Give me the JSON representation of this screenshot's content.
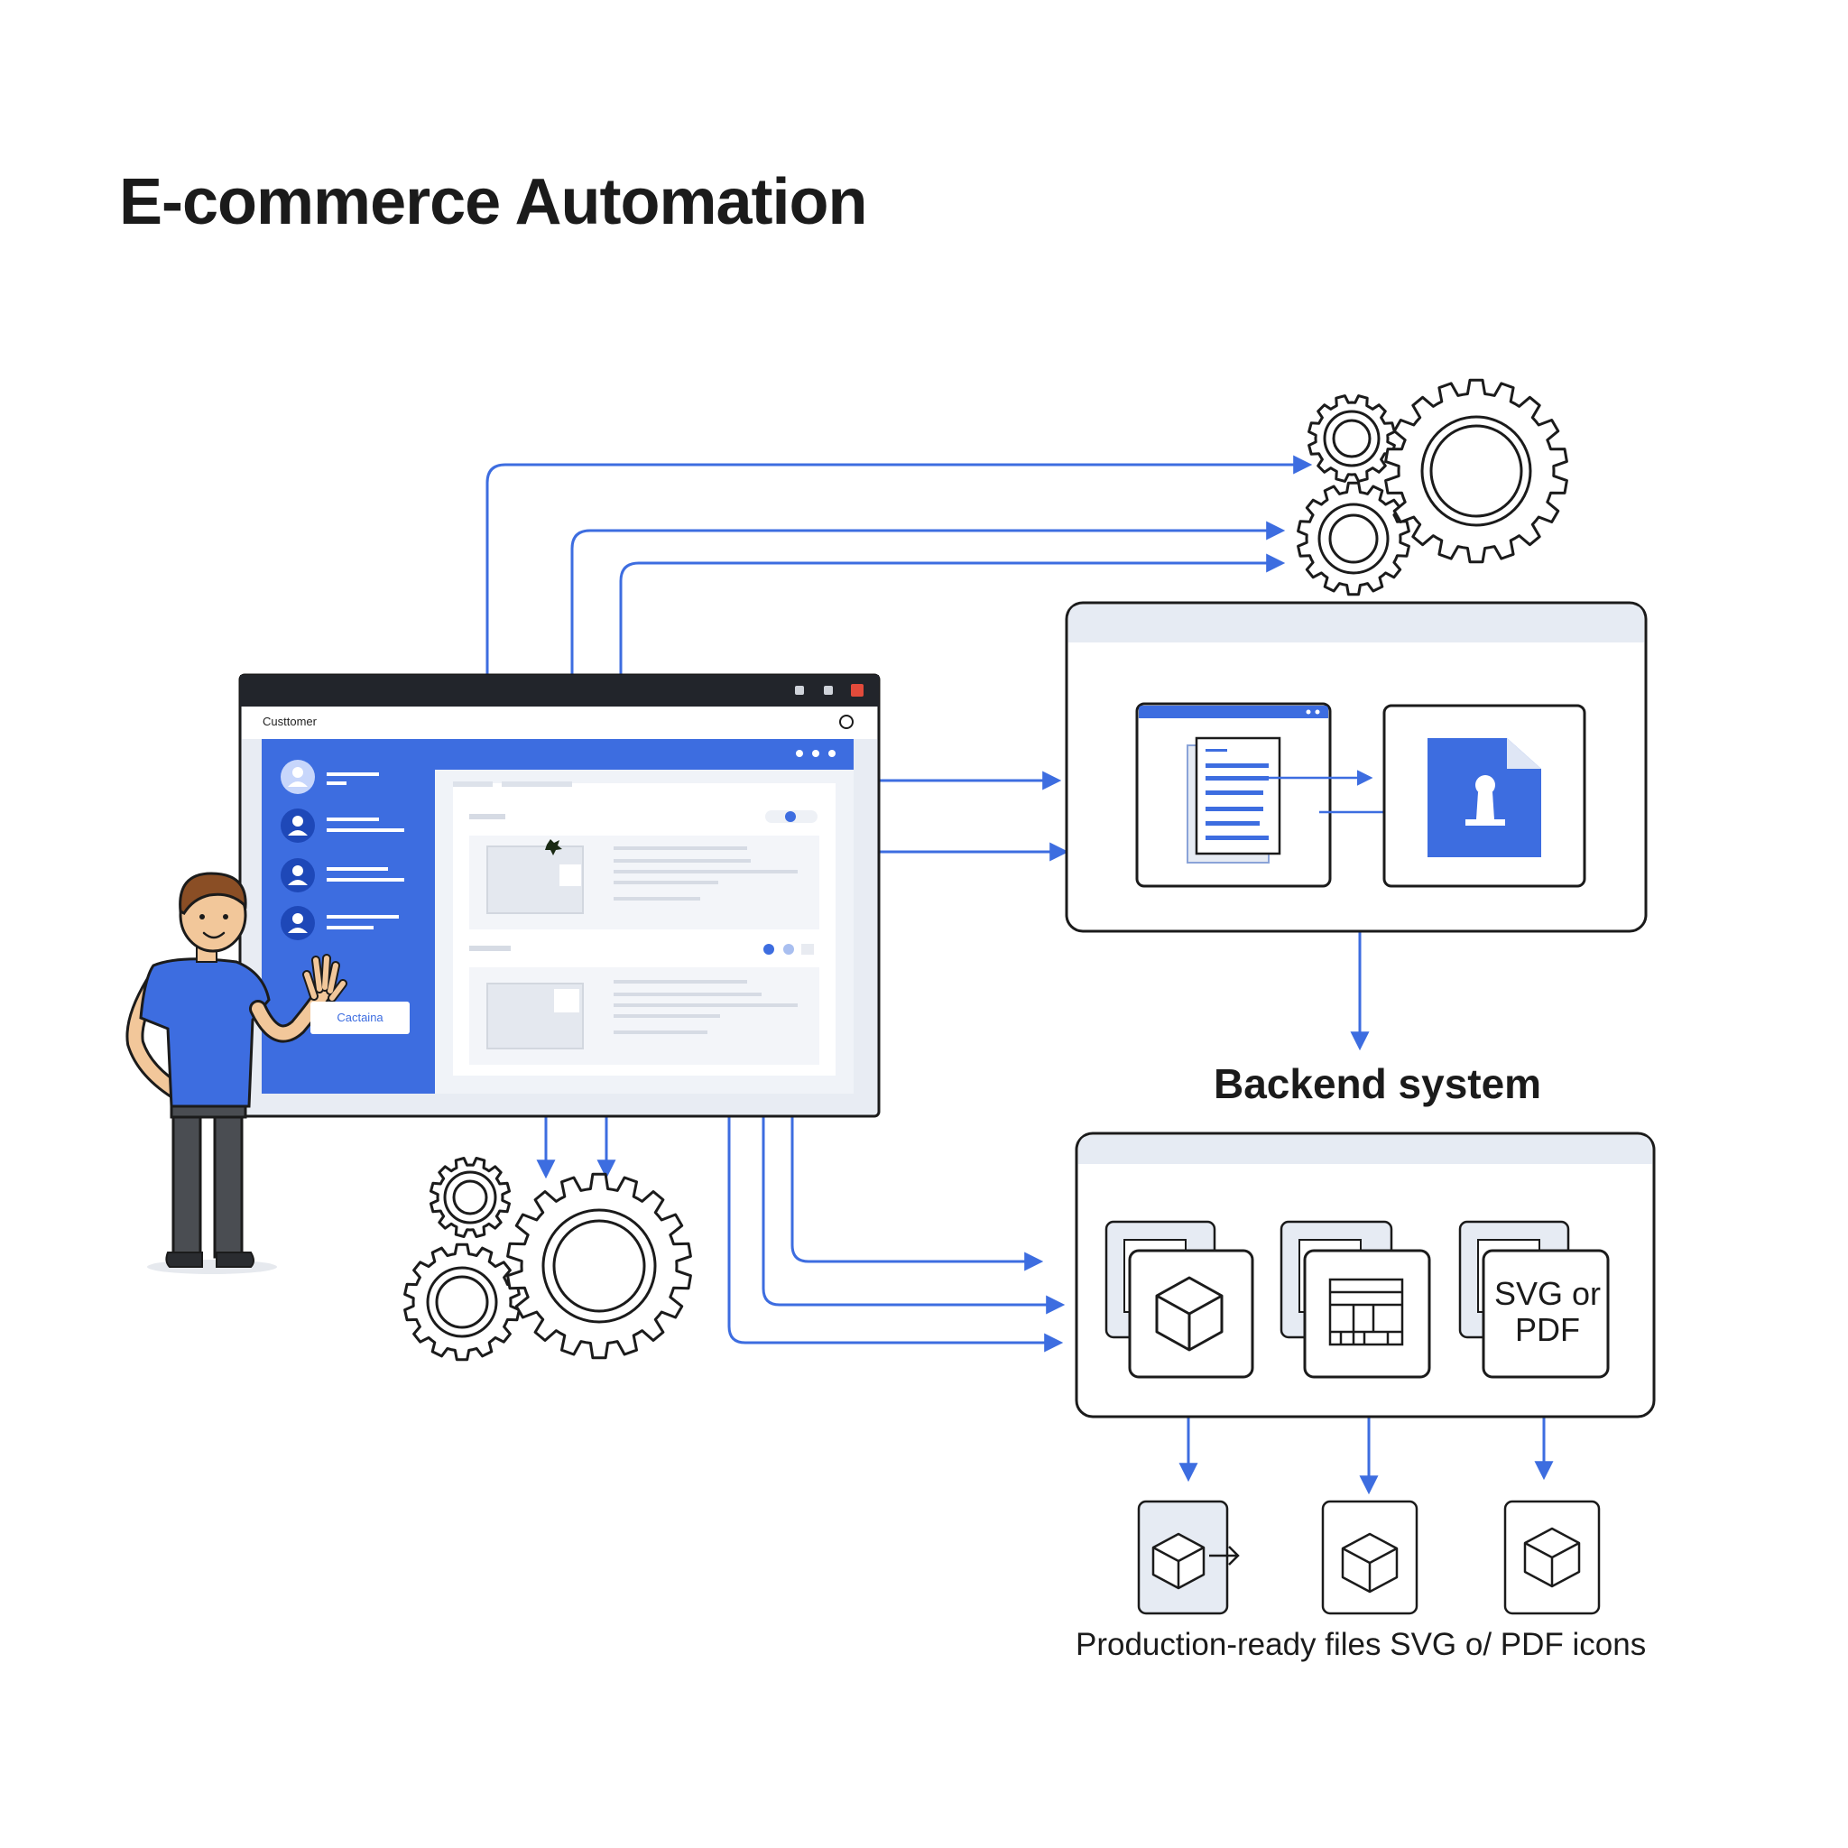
{
  "title": "E-commerce Automation",
  "browser": {
    "heading": "Custtomer",
    "sidebar_button_label": "Cactaina"
  },
  "backend": {
    "label": "Backend system",
    "format_box_text": "SVG or PDF"
  },
  "footer": {
    "label": "Production-ready files SVG o/ PDF icons"
  },
  "colors": {
    "accent": "#3d6de0",
    "outline": "#1b1b1b",
    "panel_header": "#e6ebf3",
    "browser_bar": "#22252b"
  },
  "icons": [
    "gear-icon",
    "document-icon",
    "user-file-icon",
    "cube-icon",
    "layout-icon",
    "person-illustration"
  ]
}
